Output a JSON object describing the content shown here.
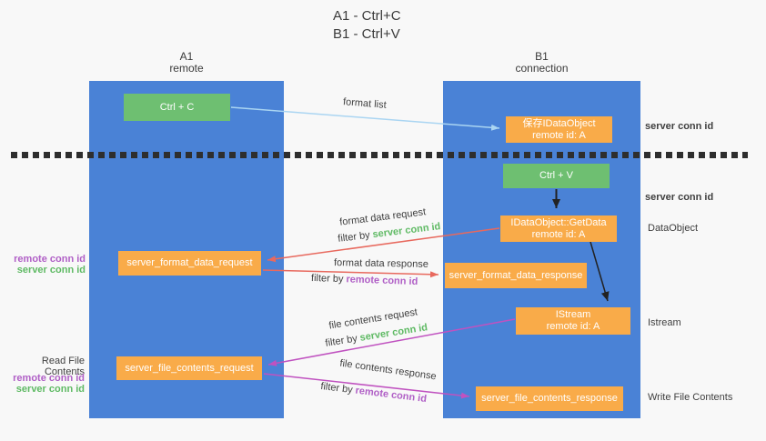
{
  "title": {
    "line1": "A1 - Ctrl+C",
    "line2": "B1 - Ctrl+V"
  },
  "lifelines": {
    "a1": {
      "name": "A1",
      "subtitle": "remote"
    },
    "b1": {
      "name": "B1",
      "subtitle": "connection"
    }
  },
  "nodes": {
    "ctrl_c": {
      "label": "Ctrl + C"
    },
    "save_idataobject": {
      "line1": "保存IDataObject",
      "line2": "remote id: A"
    },
    "ctrl_v": {
      "label": "Ctrl + V"
    },
    "getdata": {
      "line1": "IDataObject::GetData",
      "line2": "remote id: A"
    },
    "istream": {
      "line1": "IStream",
      "line2": "remote id: A"
    },
    "server_format_data_request": {
      "label": "server_format_data_request"
    },
    "server_format_data_response": {
      "label": "server_format_data_response"
    },
    "server_file_contents_request": {
      "label": "server_file_contents_request"
    },
    "server_file_contents_response": {
      "label": "server_file_contents_response"
    }
  },
  "arrow_labels": {
    "format_list": "format list",
    "format_data_request": "format data request",
    "format_data_response": "format data response",
    "file_contents_request": "file contents request",
    "file_contents_response": "file contents response",
    "filter_by": "filter by"
  },
  "ids": {
    "server_conn_id": "server conn id",
    "remote_conn_id": "remote conn id"
  },
  "side_labels": {
    "dataobject": "DataObject",
    "istream": "Istream",
    "read_file_contents": "Read File Contents",
    "write_file_contents": "Write File Contents"
  },
  "colors": {
    "lane_blue": "#4a82d6",
    "box_orange": "#f9ab49",
    "box_green": "#6ebf71",
    "id_green": "#5fba64",
    "id_purple": "#b05fc6",
    "arrow_red": "#e8695e",
    "arrow_magenta": "#c052c0",
    "arrow_lightblue": "#aad5f2",
    "arrow_black": "#222222"
  }
}
